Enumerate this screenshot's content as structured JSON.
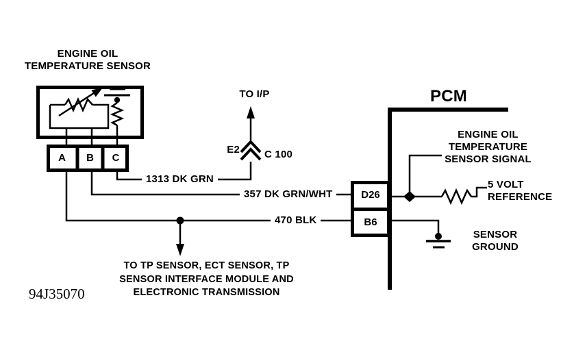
{
  "colors": {
    "ink": "#000000",
    "paper": "#ffffff"
  },
  "sensor": {
    "title_line1": "ENGINE OIL",
    "title_line2": "TEMPERATURE SENSOR",
    "terminal_a": "A",
    "terminal_b": "B",
    "terminal_c": "C"
  },
  "wires": {
    "terminal_c_wire": "1313 DK GRN",
    "terminal_b_wire": "357 DK GRN/WHT",
    "terminal_a_wire": "470 BLK"
  },
  "ip_branch": {
    "destination": "TO I/P",
    "terminal": "E2",
    "connector": "C 100"
  },
  "pcm": {
    "title": "PCM",
    "pin_signal": "D26",
    "pin_ground": "B6",
    "signal_line1": "ENGINE OIL",
    "signal_line2": "TEMPERATURE",
    "signal_line3": "SENSOR SIGNAL",
    "reference_line1": "5 VOLT",
    "reference_line2": "REFERENCE",
    "ground_line1": "SENSOR",
    "ground_line2": "GROUND"
  },
  "splice_note": {
    "line1": "TO TP SENSOR, ECT SENSOR, TP",
    "line2": "SENSOR INTERFACE MODULE AND",
    "line3": "ELECTRONIC TRANSMISSION"
  },
  "figure_number": "94J35070"
}
